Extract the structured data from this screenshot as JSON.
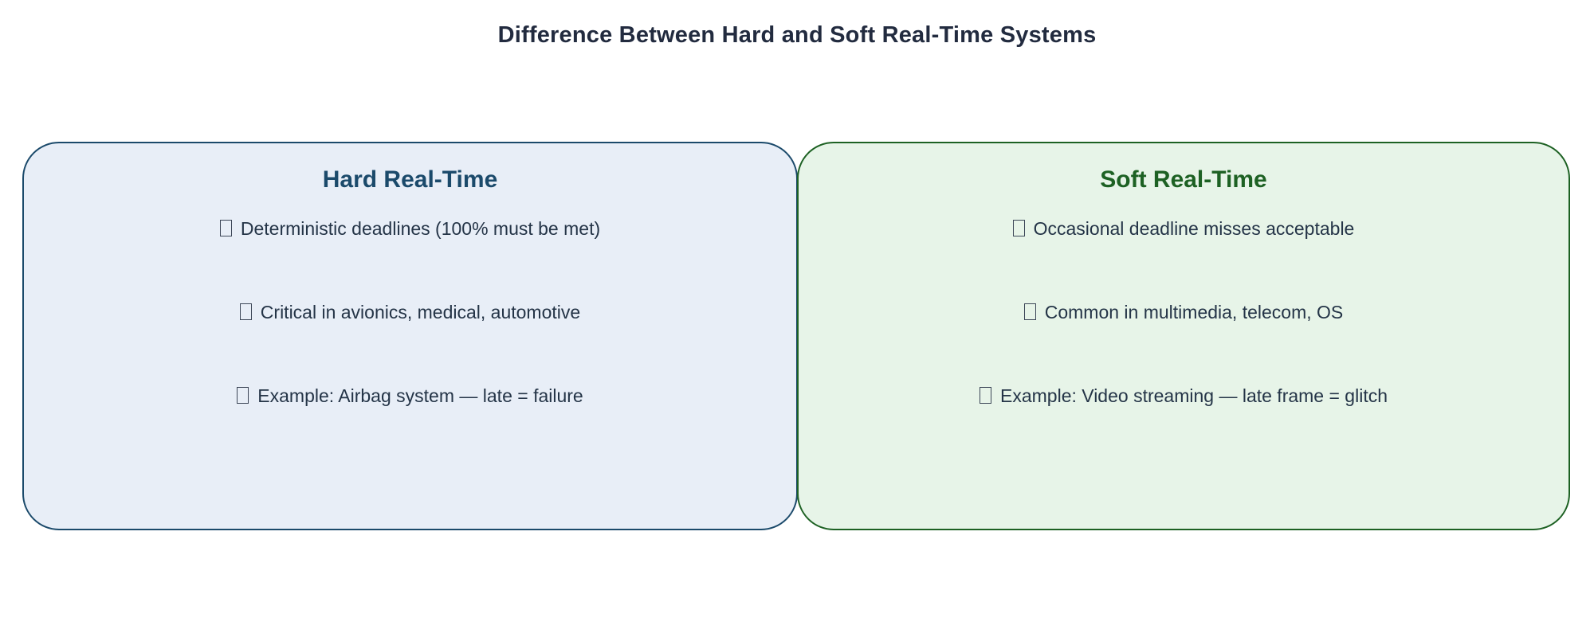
{
  "slide": {
    "title": "Difference Between Hard and Soft Real-Time Systems",
    "title_color": "#222b3f",
    "background_color": "#ffffff"
  },
  "panels": [
    {
      "id": "hard-real-time",
      "heading": "Hard Real-Time",
      "heading_color": "#1b4a6b",
      "fill_color": "#e8eef7",
      "border_color": "#1b4a6b",
      "bullet_icon": "missing-glyph-box-icon",
      "bullets": [
        "Deterministic deadlines (100% must be met)",
        "Critical in avionics, medical, automotive",
        "Example: Airbag system — late = failure"
      ]
    },
    {
      "id": "soft-real-time",
      "heading": "Soft Real-Time",
      "heading_color": "#1d6123",
      "fill_color": "#e7f4e8",
      "border_color": "#1d6123",
      "bullet_icon": "missing-glyph-box-icon",
      "bullets": [
        "Occasional deadline misses acceptable",
        "Common in multimedia, telecom, OS",
        "Example: Video streaming — late frame = glitch"
      ]
    }
  ]
}
